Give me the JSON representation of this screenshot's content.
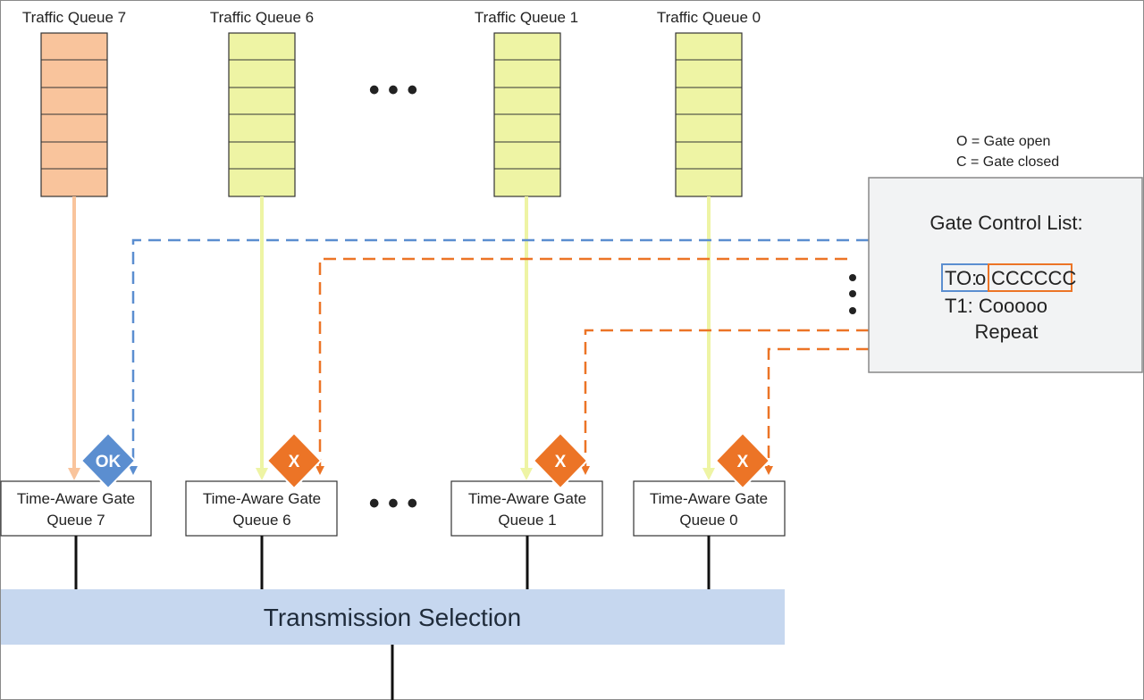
{
  "queues": [
    {
      "title": "Traffic Queue 7",
      "gate_line1": "Time-Aware Gate",
      "gate_line2": "Queue 7",
      "badge": "OK"
    },
    {
      "title": "Traffic Queue 6",
      "gate_line1": "Time-Aware Gate",
      "gate_line2": "Queue 6",
      "badge": "X"
    },
    {
      "title": "Traffic Queue 1",
      "gate_line1": "Time-Aware Gate",
      "gate_line2": "Queue 1",
      "badge": "X"
    },
    {
      "title": "Traffic Queue 0",
      "gate_line1": "Time-Aware Gate",
      "gate_line2": "Queue 0",
      "badge": "X"
    }
  ],
  "ellipsis": "• • •",
  "transmission_selection": "Transmission Selection",
  "legend": {
    "open": "O = Gate open",
    "closed": "C = Gate closed"
  },
  "gate_control_list": {
    "title": "Gate Control List:",
    "t0_prefix": "TO:",
    "t0_open": "o",
    "t0_closed": "CCCCCC",
    "t1": "T1: Cooooo",
    "repeat": "Repeat"
  },
  "colors": {
    "queue7_fill": "#f9c49c",
    "queue_fill": "#eef4a4",
    "blue": "#5b8ed0",
    "orange": "#ec7426",
    "transmission_fill": "#c6d7ef",
    "gcl_fill": "#f2f3f4"
  }
}
